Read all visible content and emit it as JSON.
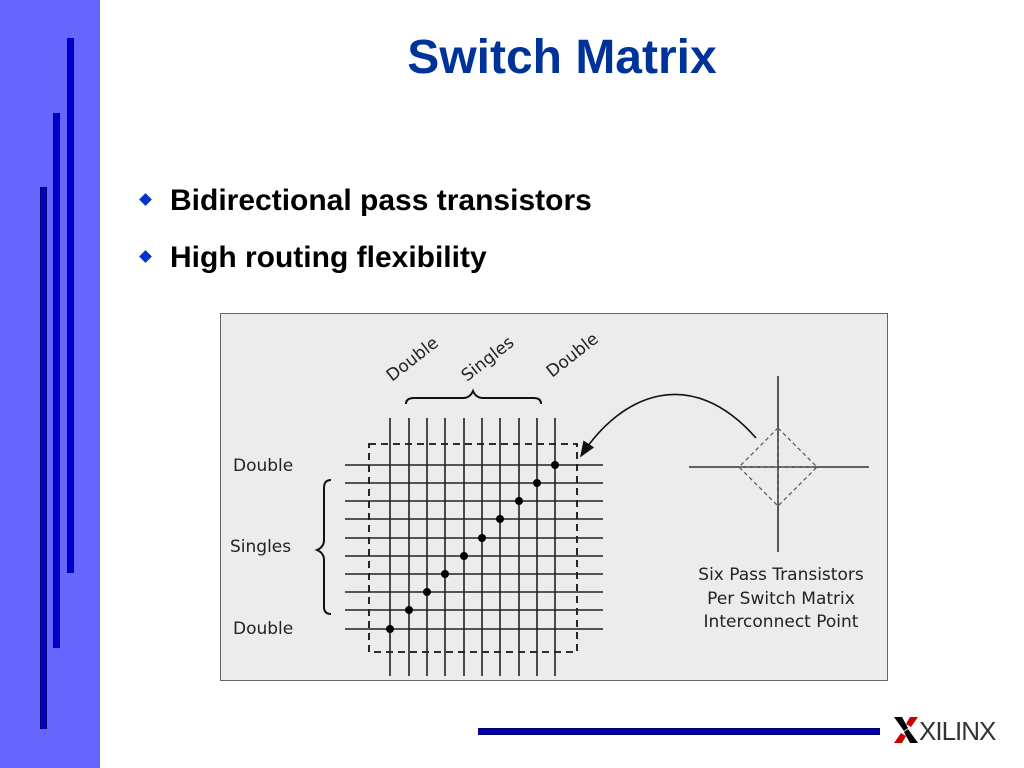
{
  "slide": {
    "title": "Switch Matrix",
    "bullets": [
      "Bidirectional pass transistors",
      "High routing flexibility"
    ]
  },
  "diagram": {
    "top_labels": [
      "Double",
      "Singles",
      "Double"
    ],
    "left_labels": [
      "Double",
      "Singles",
      "Double"
    ],
    "caption_lines": [
      "Six Pass Transistors",
      "Per Switch Matrix",
      "Interconnect Point"
    ]
  },
  "logo": {
    "text": "XILINX"
  },
  "colors": {
    "sidebar": "#6666ff",
    "accent_bar": "#0000cc",
    "title": "#003399",
    "bullet": "#0033cc"
  }
}
